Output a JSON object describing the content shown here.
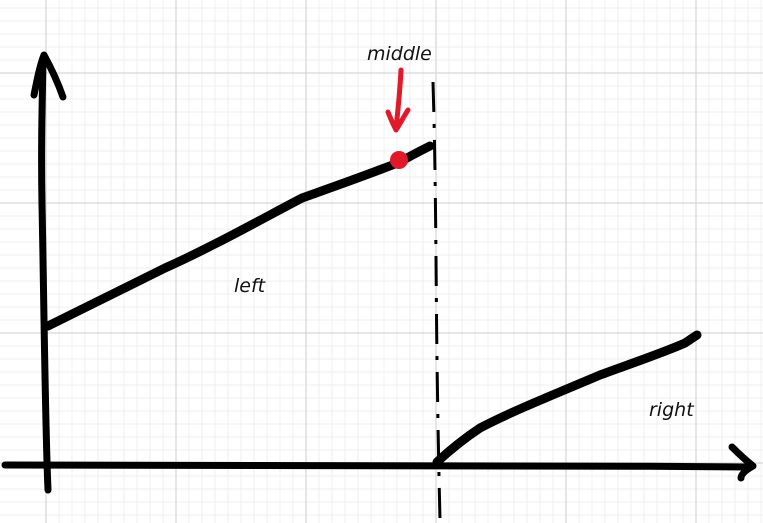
{
  "labels": {
    "middle": "middle",
    "left": "left",
    "right": "right"
  },
  "colors": {
    "ink": "#000000",
    "highlight": "#e0192b",
    "grid_major": "#d6d6d6",
    "grid_minor": "#efefef",
    "background": "#ffffff"
  },
  "icons": {
    "y_axis_arrow": "arrow-up-icon",
    "x_axis_arrow": "arrow-right-icon",
    "pointer_arrow": "arrow-down-icon"
  }
}
